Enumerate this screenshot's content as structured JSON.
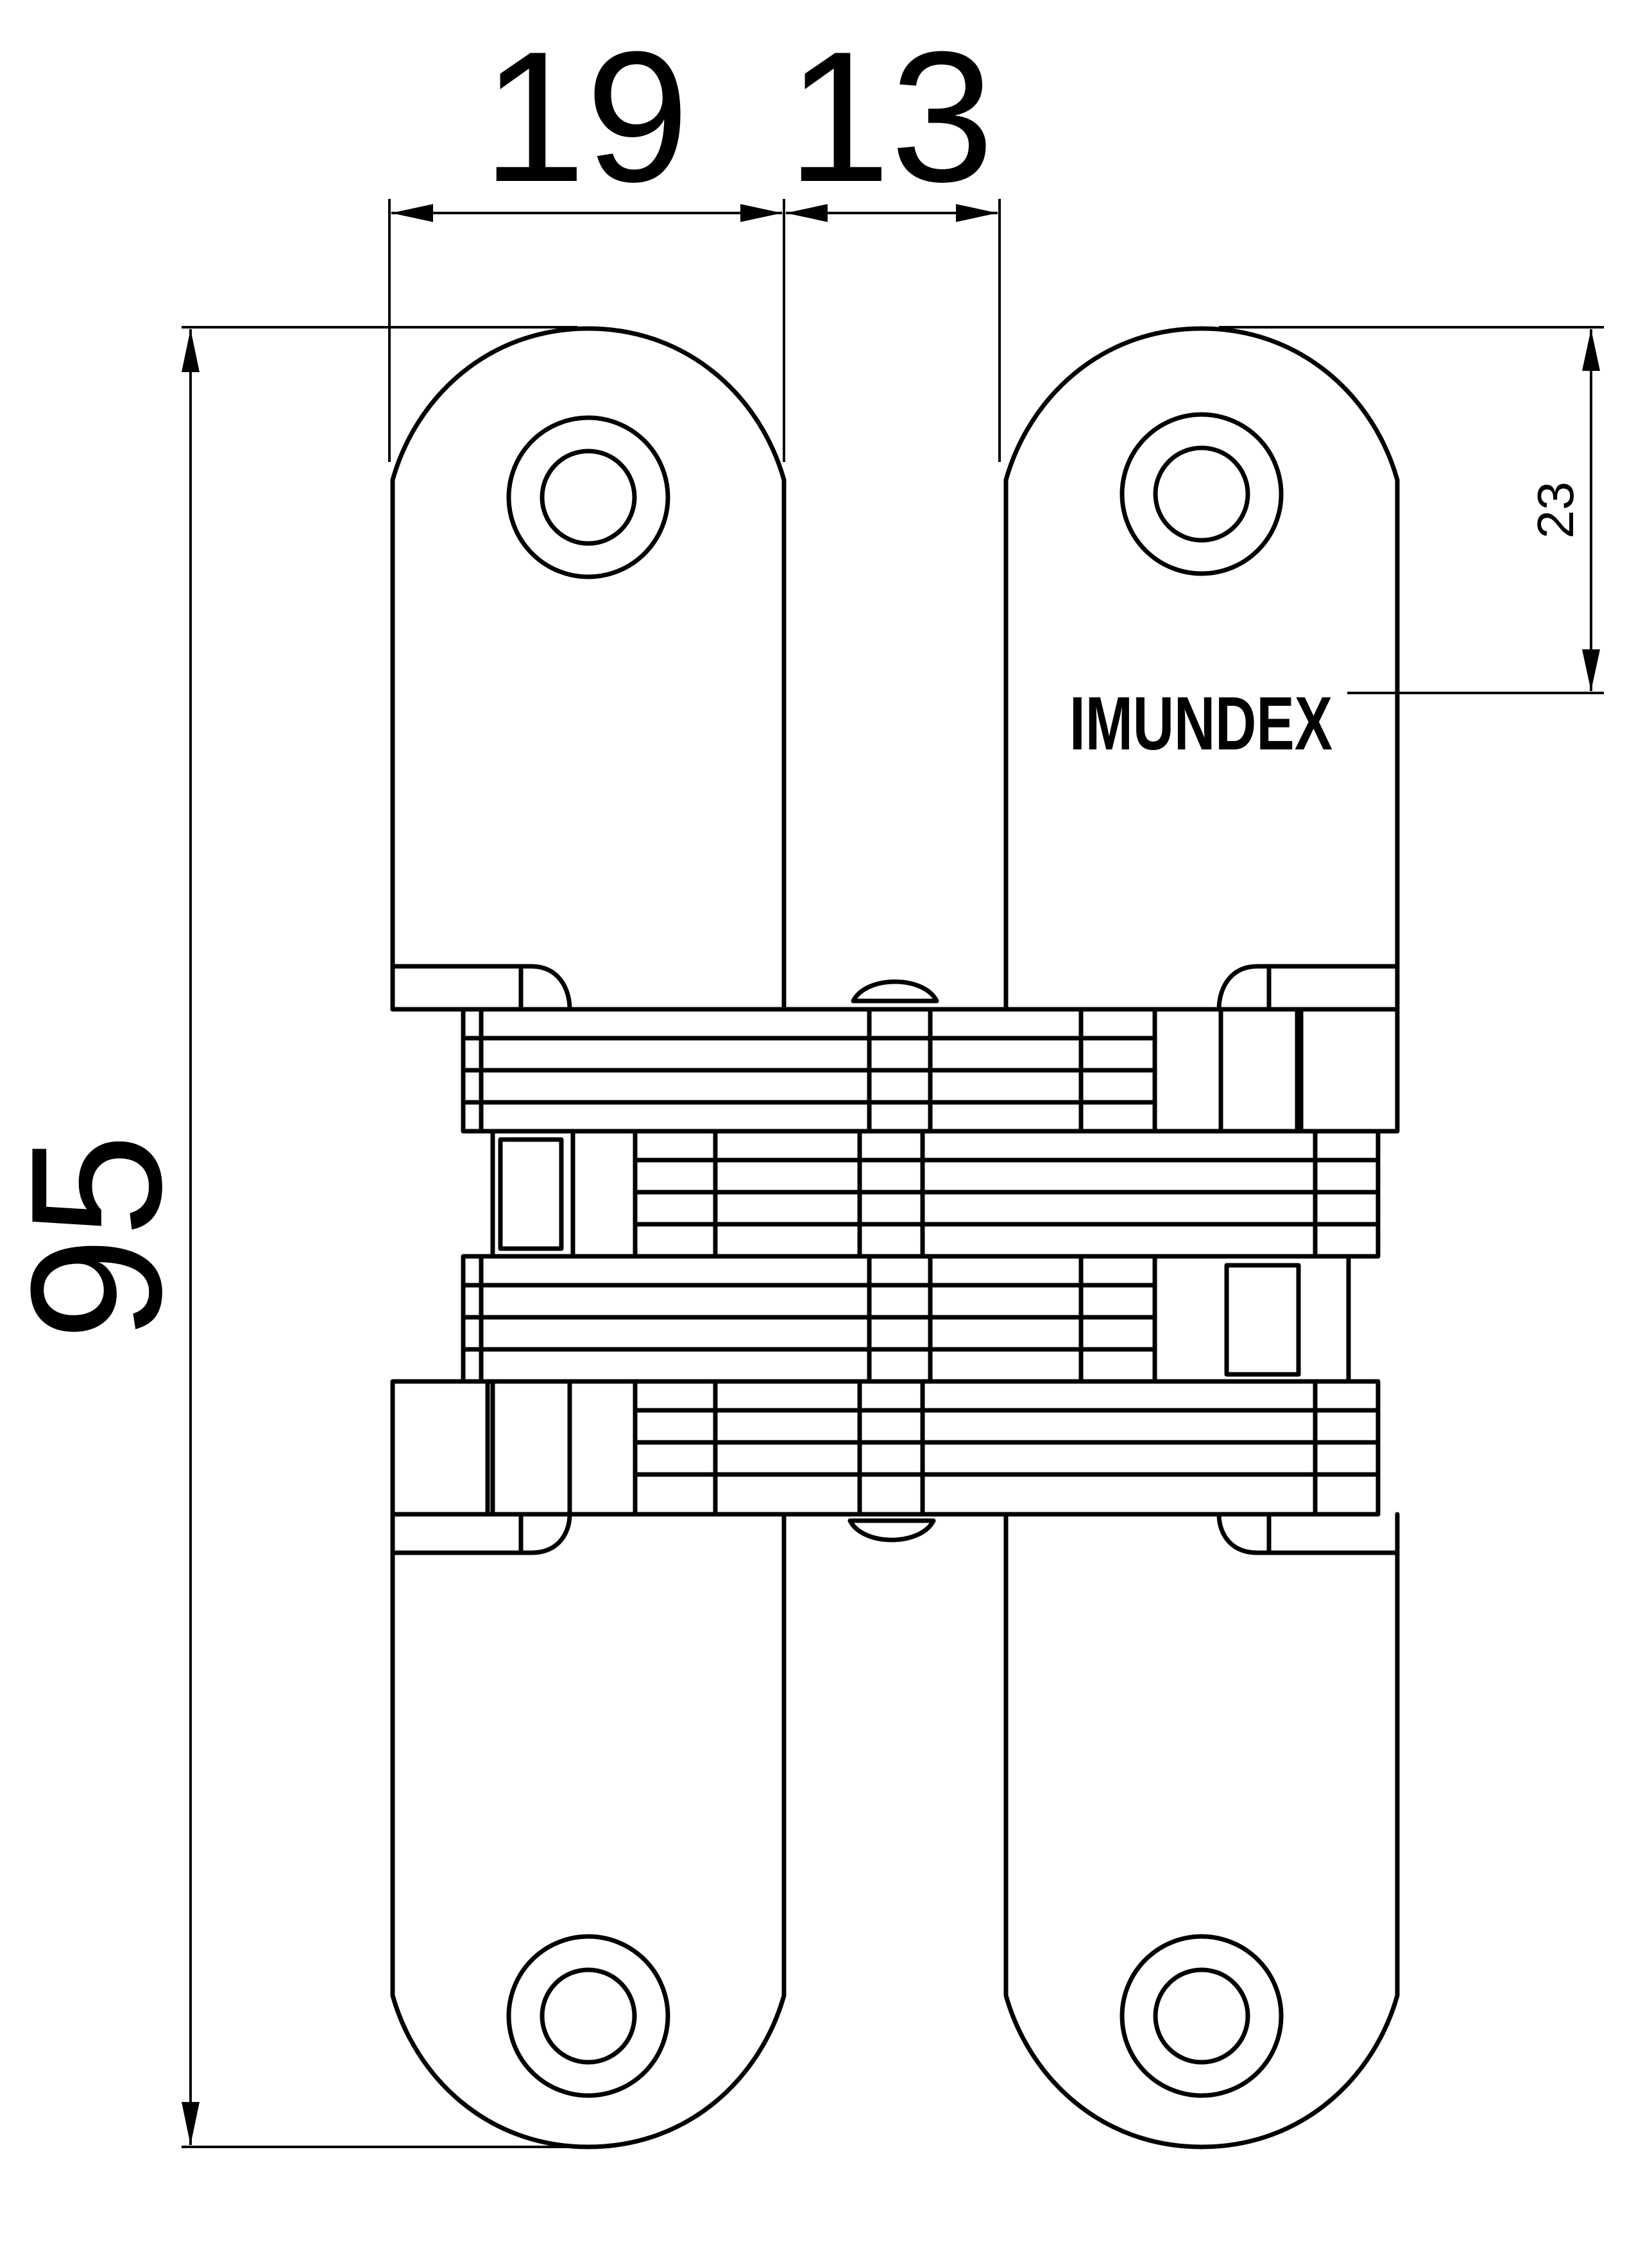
{
  "dimensions": {
    "width_left": "19",
    "width_right": "13",
    "height_total": "95",
    "hole_offset": "23"
  },
  "brand": "IMUNDEX"
}
